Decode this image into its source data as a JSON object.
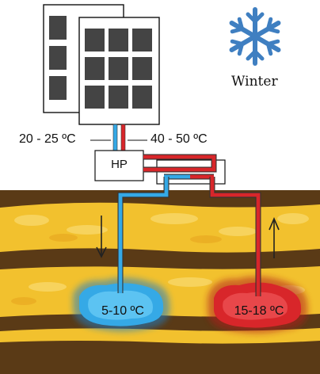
{
  "season_label": "Winter",
  "hp_label": "HP",
  "temp_building_supply": "20 - 25 ºC",
  "temp_building_return": "40 - 50 ºC",
  "temp_cold_zone": "5-10 ºC",
  "temp_hot_zone": "15-18 ºC",
  "icons": {
    "season": "snowflake-icon",
    "flow_down": "arrow-down-icon",
    "flow_up": "arrow-up-icon"
  },
  "colors": {
    "cold": "#35a9e6",
    "hot": "#d8262a",
    "snowflake": "#3f7fc1",
    "soil": "#f2c12e",
    "soil_dark": "#5a3a16"
  }
}
